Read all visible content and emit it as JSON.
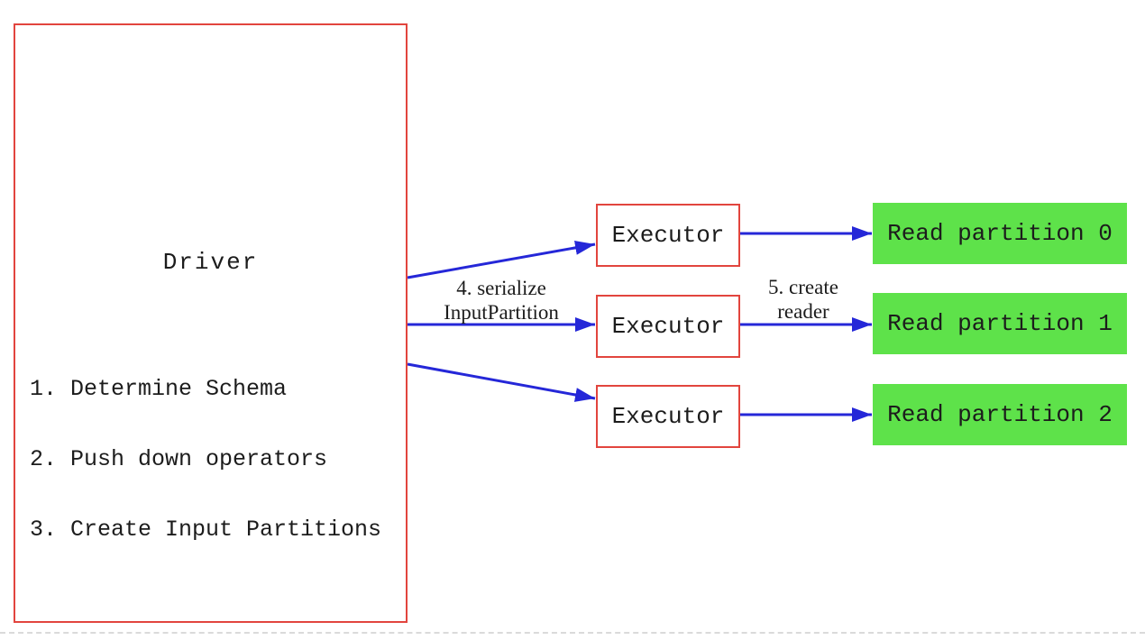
{
  "diagram": {
    "driver": {
      "title": "Driver",
      "steps": [
        "1. Determine Schema",
        "2. Push down operators",
        "3. Create Input Partitions"
      ]
    },
    "executors": [
      {
        "label": "Executor"
      },
      {
        "label": "Executor"
      },
      {
        "label": "Executor"
      }
    ],
    "partitions": [
      {
        "label": "Read partition 0"
      },
      {
        "label": "Read partition 1"
      },
      {
        "label": "Read partition 2"
      }
    ],
    "edge_labels": {
      "serialize": {
        "line1": "4. serialize",
        "line2": "InputPartition"
      },
      "create_reader": {
        "line1": "5. create",
        "line2": "reader"
      }
    },
    "colors": {
      "box_red": "#e2453e",
      "arrow_blue": "#2527d8",
      "partition_green": "#5ee24a",
      "text_black": "#1c1c1c"
    }
  }
}
